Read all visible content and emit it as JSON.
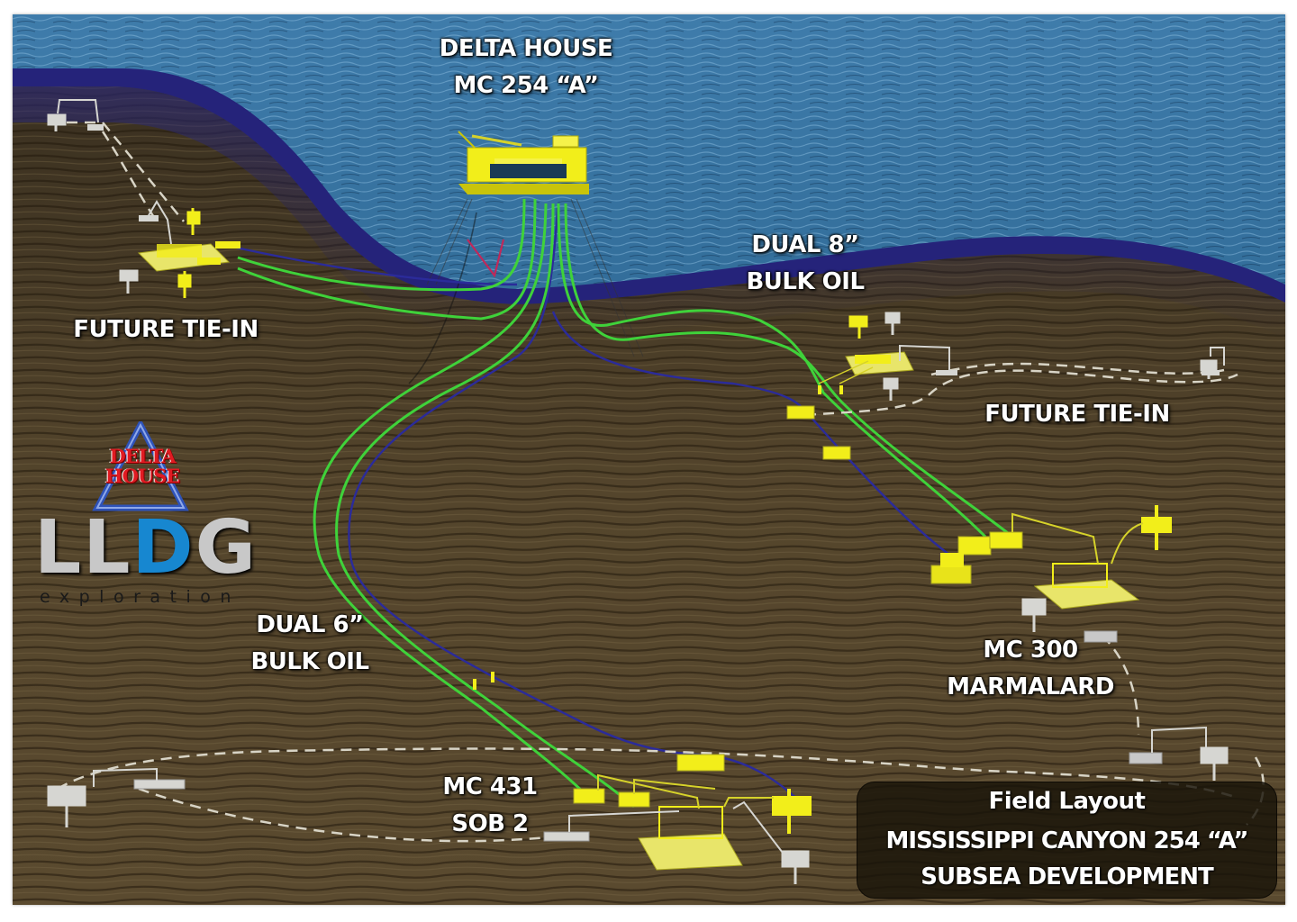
{
  "diagram": {
    "title": "Field Layout",
    "subtitle_line1": "MISSISSIPPI CANYON 254 “A”",
    "subtitle_line2": "SUBSEA DEVELOPMENT"
  },
  "labels": {
    "platform": {
      "line1": "DELTA HOUSE",
      "line2": "MC 254 “A”"
    },
    "future_tie_in_west": "FUTURE TIE-IN",
    "future_tie_in_east": "FUTURE TIE-IN",
    "dual_8": {
      "line1": "DUAL 8”",
      "line2": "BULK OIL"
    },
    "dual_6": {
      "line1": "DUAL 6”",
      "line2": "BULK OIL"
    },
    "mc300": {
      "line1": "MC 300",
      "line2": "MARMALARD"
    },
    "mc431": {
      "line1": "MC 431",
      "line2": "SOB 2"
    }
  },
  "logo": {
    "delta_house_line1": "DELTA",
    "delta_house_line2": "HOUSE",
    "company_l1": "LL",
    "company_d": "D",
    "company_g": "G",
    "tagline": "exploration"
  },
  "colors": {
    "sea": "#2e6a94",
    "seabed": "#4a3d28",
    "shelf_edge": "#23216e",
    "flowline_green": "#3fd23a",
    "umbilical_blue": "#2b2b9a",
    "equipment_yellow": "#f2ee1a",
    "future_equipment_grey": "#d6d6d2",
    "logo_red": "#e01b22",
    "logo_blue": "#1787d0"
  },
  "legend_semantics": {
    "green_lines": "bulk oil flowlines",
    "blue_lines": "umbilicals",
    "dashed_white_lines": "future tie-in flowlines",
    "yellow_structures": "installed subsea equipment",
    "grey_structures": "future subsea equipment"
  }
}
